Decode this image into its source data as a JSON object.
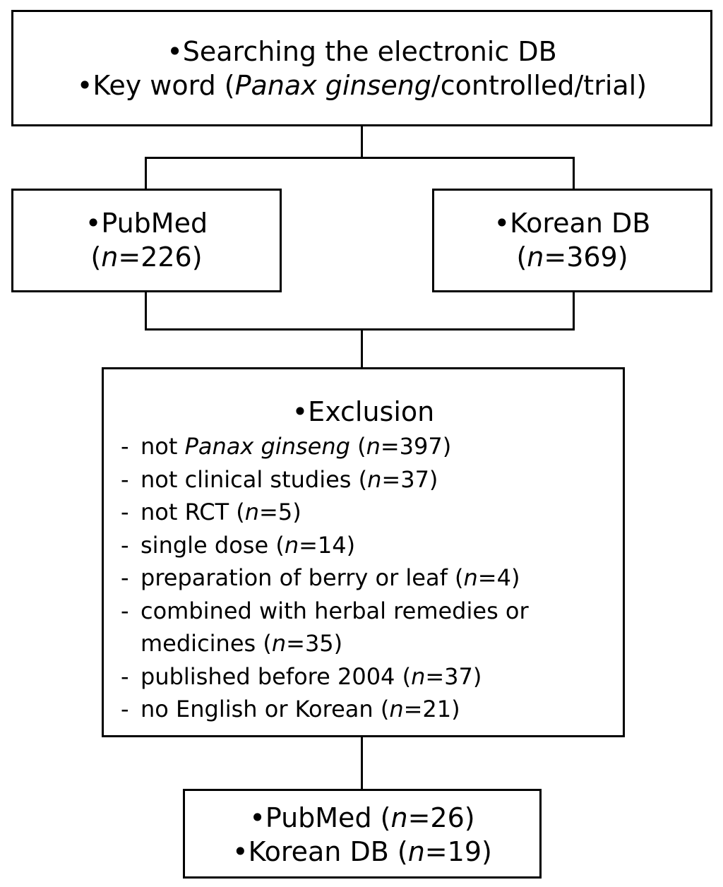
{
  "search": {
    "line1": "•Searching the electronic DB",
    "line2_prefix": "•Key word (",
    "line2_italic": "Panax ginseng",
    "line2_suffix": "/controlled/trial)"
  },
  "pubmed": {
    "label": "•PubMed",
    "count_open": "(",
    "count_n": "n",
    "count_rest": "=226)"
  },
  "korean": {
    "label": "•Korean DB",
    "count_open": "(",
    "count_n": "n",
    "count_rest": "=369)"
  },
  "exclusion": {
    "title": "•Exclusion",
    "dash": "-",
    "items": [
      {
        "pre": "not ",
        "italic": "Panax ginseng",
        "mid": " (",
        "n": "n",
        "post": "=397)"
      },
      {
        "pre": "not clinical studies (",
        "n": "n",
        "post": "=37)"
      },
      {
        "pre": "not RCT (",
        "n": "n",
        "post": "=5)"
      },
      {
        "pre": "single dose (",
        "n": "n",
        "post": "=14)"
      },
      {
        "pre": "preparation of berry or leaf (",
        "n": "n",
        "post": "=4)"
      },
      {
        "pre": "combined with herbal remedies or",
        "cont_pre": "medicines (",
        "n": "n",
        "post": "=35)"
      },
      {
        "pre": "published before 2004 (",
        "n": "n",
        "post": "=37)"
      },
      {
        "pre": "no English or Korean (",
        "n": "n",
        "post": "=21)"
      }
    ]
  },
  "result": {
    "line1_pre": "•PubMed (",
    "line1_n": "n",
    "line1_post": "=26)",
    "line2_pre": "•Korean DB (",
    "line2_n": "n",
    "line2_post": "=19)"
  }
}
